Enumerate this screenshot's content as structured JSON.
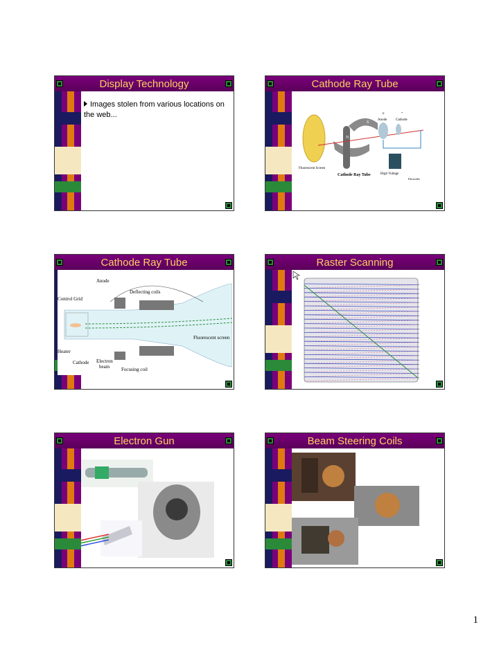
{
  "slides": [
    {
      "title": "Display Technology",
      "bullet": "Images stolen from various locations on the web..."
    },
    {
      "title": "Cathode Ray Tube",
      "labels": {
        "anode_sign": "+",
        "anode": "Anode",
        "cathode_sign": "-",
        "cathode": "Cathode",
        "screen": "Fluorescent Screen",
        "tube": "Cathode Ray Tube",
        "voltage": "High Voltage",
        "credit": "Electrodes"
      }
    },
    {
      "title": "Cathode Ray Tube",
      "labels": {
        "anode": "Anode",
        "deflecting": "Deflecting coils",
        "grid": "Control Grid",
        "screen": "Fluorescent screen",
        "heater": "Heater",
        "cathode": "Cathode",
        "electron_1": "Electron",
        "electron_2": "beam",
        "focusing": "Focusing coil"
      }
    },
    {
      "title": "Raster Scanning"
    },
    {
      "title": "Electron Gun"
    },
    {
      "title": "Beam Steering Coils"
    }
  ],
  "page_number": "1",
  "colors": {
    "title_bar": "#7a007a",
    "title_text": "#ffd060",
    "accent_green": "#2a8a3a",
    "accent_orange": "#e07a10"
  }
}
